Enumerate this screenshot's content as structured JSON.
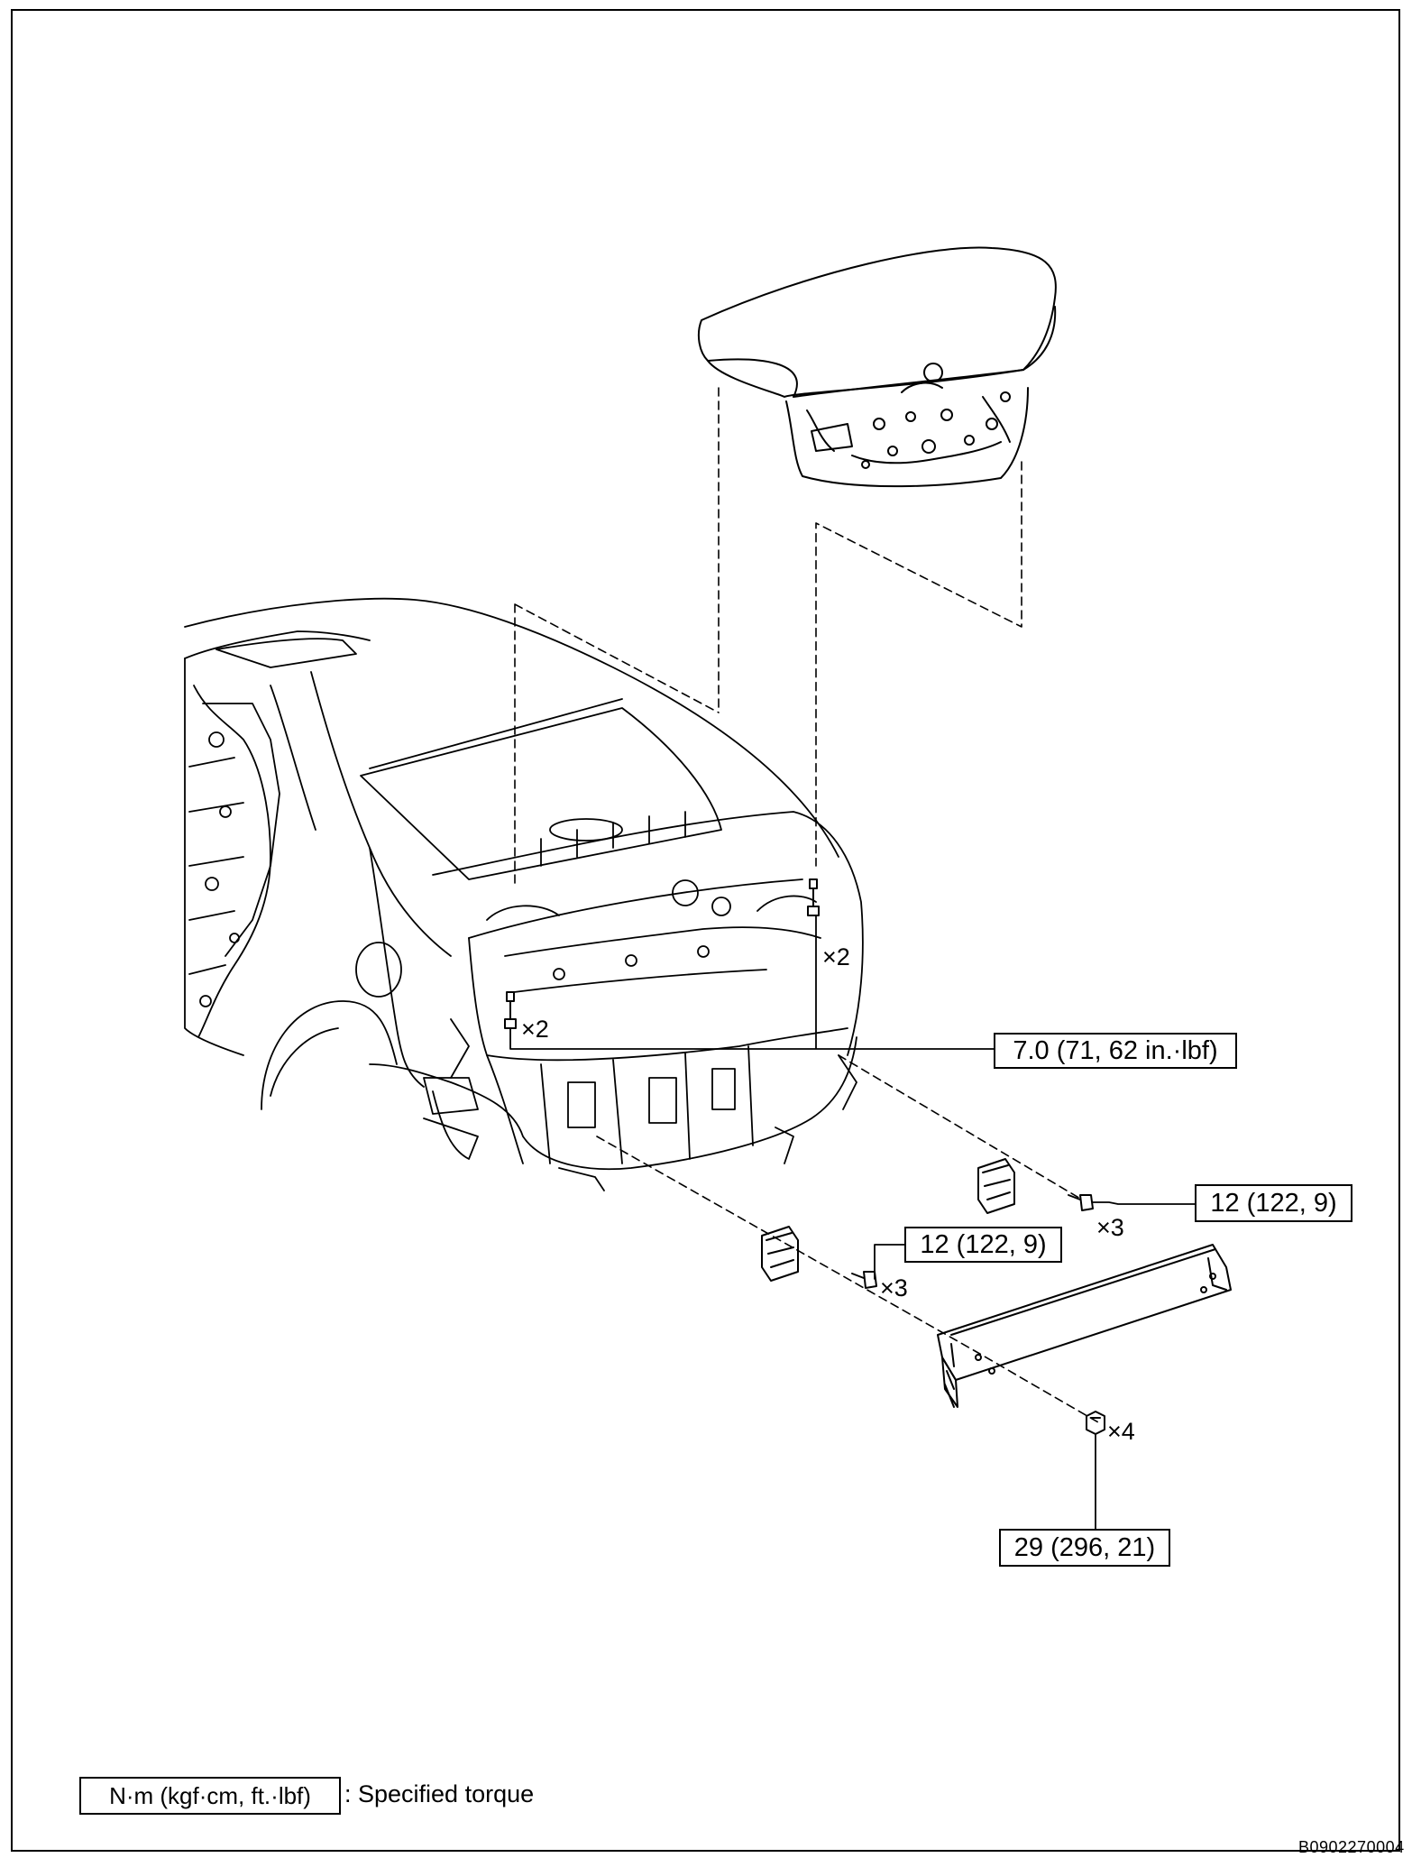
{
  "callouts": {
    "torque_hinge_bolts": "7.0 (71, 62 in.·lbf)",
    "torque_right_bracket": "12 (122, 9)",
    "torque_left_bracket": "12 (122, 9)",
    "torque_reinforcement_nuts": "29 (296, 21)"
  },
  "quantities": {
    "hinge_left": "×2",
    "hinge_right": "×2",
    "bracket_right_bolts": "×3",
    "bracket_left_bolts": "×3",
    "reinforcement_nuts": "×4"
  },
  "legend": {
    "unit_box": "N·m (kgf·cm, ft.·lbf)",
    "description": ": Specified torque"
  },
  "figure_id": "B0902270004"
}
